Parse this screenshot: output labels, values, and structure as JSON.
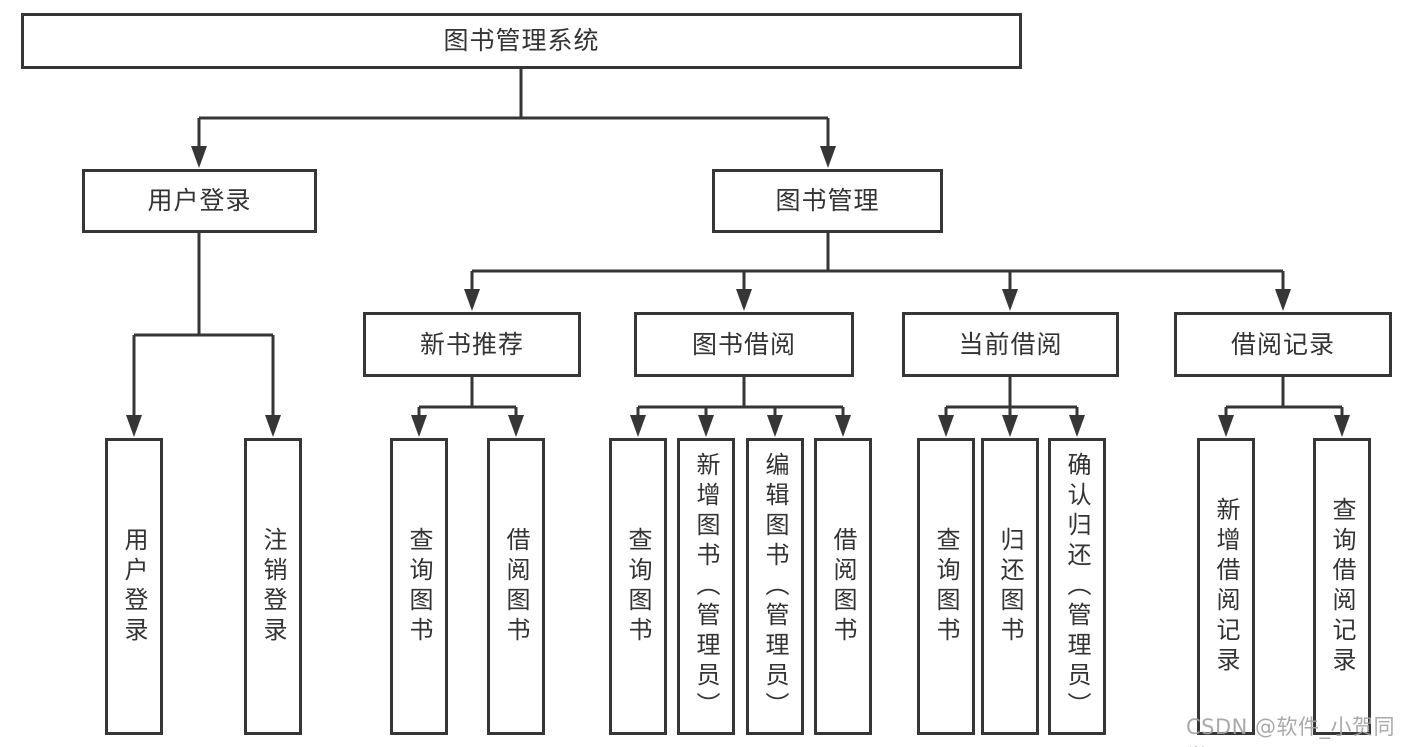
{
  "tree": {
    "root": {
      "label": "图书管理系统"
    },
    "branches": [
      {
        "label": "用户登录",
        "children": [
          {
            "label": "用户登录"
          },
          {
            "label": "注销登录"
          }
        ]
      },
      {
        "label": "图书管理",
        "children": [
          {
            "label": "新书推荐",
            "children": [
              {
                "label": "查询图书"
              },
              {
                "label": "借阅图书"
              }
            ]
          },
          {
            "label": "图书借阅",
            "children": [
              {
                "label": "查询图书"
              },
              {
                "label": "新增图书（管理员）"
              },
              {
                "label": "编辑图书（管理员）"
              },
              {
                "label": "借阅图书"
              }
            ]
          },
          {
            "label": "当前借阅",
            "children": [
              {
                "label": "查询图书"
              },
              {
                "label": "归还图书"
              },
              {
                "label": "确认归还（管理员）"
              }
            ]
          },
          {
            "label": "借阅记录",
            "children": [
              {
                "label": "新增借阅记录"
              },
              {
                "label": "查询借阅记录"
              }
            ]
          }
        ]
      }
    ]
  },
  "watermark": {
    "text": "CSDN @软件_小贺同学"
  },
  "colors": {
    "line": "#363636",
    "text": "#333333",
    "watermark": "#a3a3a3",
    "background": "#ffffff"
  }
}
